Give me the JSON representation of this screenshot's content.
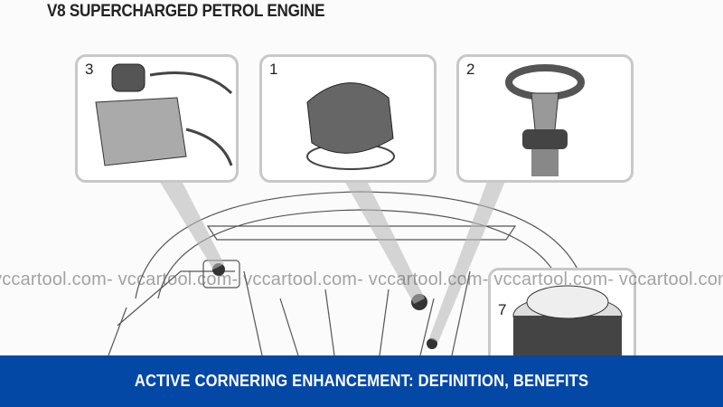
{
  "diagram": {
    "title": "V8 SUPERCHARGED PETROL ENGINE",
    "callouts": [
      {
        "number": "3",
        "part": "brake-fluid-reservoir"
      },
      {
        "number": "1",
        "part": "oil-filler-cap"
      },
      {
        "number": "2",
        "part": "dipstick"
      },
      {
        "number": "7",
        "part": "coolant-cap"
      }
    ]
  },
  "watermark": "vccartool.com- vccartool.com- vccartool.com- vccartool.com- vccartool.com- vccartool.com",
  "banner": {
    "text": "ACTIVE CORNERING ENHANCEMENT: DEFINITION, BENEFITS",
    "color": "#0448a6"
  }
}
